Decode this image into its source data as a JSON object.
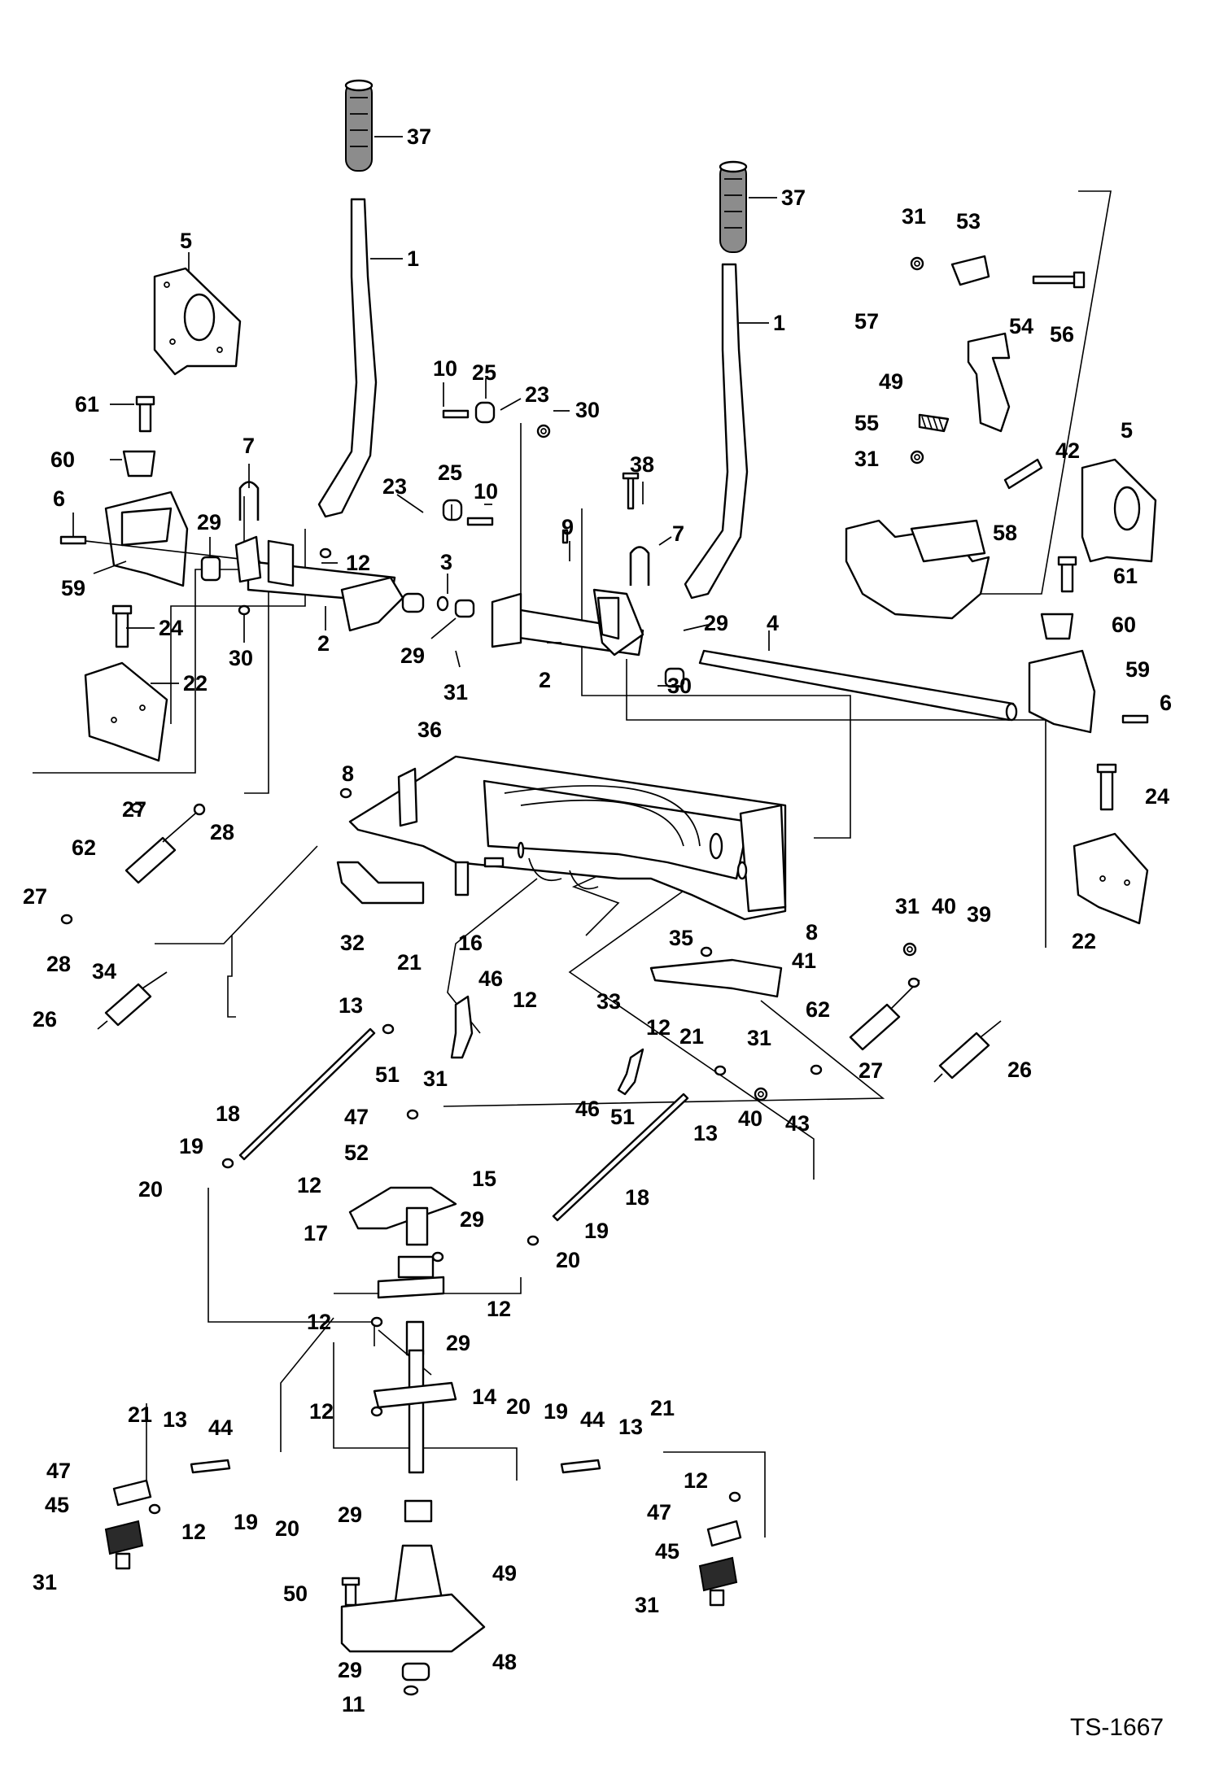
{
  "diagram": {
    "reference_code": "TS-1667",
    "callouts": [
      {
        "id": "c1",
        "label": "37"
      },
      {
        "id": "c2",
        "label": "1"
      },
      {
        "id": "c3",
        "label": "5"
      },
      {
        "id": "c4",
        "label": "61"
      },
      {
        "id": "c5",
        "label": "60"
      },
      {
        "id": "c6",
        "label": "6"
      },
      {
        "id": "c7",
        "label": "7"
      },
      {
        "id": "c8",
        "label": "29"
      },
      {
        "id": "c9",
        "label": "59"
      },
      {
        "id": "c10",
        "label": "12"
      },
      {
        "id": "c11",
        "label": "30"
      },
      {
        "id": "c12",
        "label": "24"
      },
      {
        "id": "c13",
        "label": "22"
      },
      {
        "id": "c14",
        "label": "2"
      },
      {
        "id": "c15",
        "label": "10"
      },
      {
        "id": "c16",
        "label": "25"
      },
      {
        "id": "c17",
        "label": "23"
      },
      {
        "id": "c18",
        "label": "30"
      },
      {
        "id": "c19",
        "label": "23"
      },
      {
        "id": "c20",
        "label": "25"
      },
      {
        "id": "c21",
        "label": "10"
      },
      {
        "id": "c22",
        "label": "3"
      },
      {
        "id": "c23",
        "label": "29"
      },
      {
        "id": "c24",
        "label": "31"
      },
      {
        "id": "c25",
        "label": "2"
      },
      {
        "id": "c26",
        "label": "9"
      },
      {
        "id": "c27",
        "label": "38"
      },
      {
        "id": "c28",
        "label": "7"
      },
      {
        "id": "c29",
        "label": "37"
      },
      {
        "id": "c30",
        "label": "1"
      },
      {
        "id": "c31",
        "label": "29"
      },
      {
        "id": "c32",
        "label": "4"
      },
      {
        "id": "c33",
        "label": "30"
      },
      {
        "id": "c34",
        "label": "31"
      },
      {
        "id": "c35",
        "label": "53"
      },
      {
        "id": "c36",
        "label": "57"
      },
      {
        "id": "c37",
        "label": "56"
      },
      {
        "id": "c38",
        "label": "54"
      },
      {
        "id": "c39",
        "label": "49"
      },
      {
        "id": "c40",
        "label": "55"
      },
      {
        "id": "c41",
        "label": "31"
      },
      {
        "id": "c42",
        "label": "42"
      },
      {
        "id": "c43",
        "label": "58"
      },
      {
        "id": "c44",
        "label": "5"
      },
      {
        "id": "c45",
        "label": "61"
      },
      {
        "id": "c46",
        "label": "60"
      },
      {
        "id": "c47",
        "label": "59"
      },
      {
        "id": "c48",
        "label": "6"
      },
      {
        "id": "c49",
        "label": "24"
      },
      {
        "id": "c50",
        "label": "22"
      },
      {
        "id": "c51",
        "label": "36"
      },
      {
        "id": "c52",
        "label": "8"
      },
      {
        "id": "c53",
        "label": "27"
      },
      {
        "id": "c54",
        "label": "28"
      },
      {
        "id": "c55",
        "label": "62"
      },
      {
        "id": "c56",
        "label": "27"
      },
      {
        "id": "c57",
        "label": "28"
      },
      {
        "id": "c58",
        "label": "34"
      },
      {
        "id": "c59",
        "label": "32"
      },
      {
        "id": "c60",
        "label": "16"
      },
      {
        "id": "c61",
        "label": "8"
      },
      {
        "id": "c62",
        "label": "35"
      },
      {
        "id": "c63",
        "label": "41"
      },
      {
        "id": "c64",
        "label": "33"
      },
      {
        "id": "c65",
        "label": "31"
      },
      {
        "id": "c66",
        "label": "40"
      },
      {
        "id": "c67",
        "label": "39"
      },
      {
        "id": "c68",
        "label": "62"
      },
      {
        "id": "c69",
        "label": "27"
      },
      {
        "id": "c70",
        "label": "26"
      },
      {
        "id": "c71",
        "label": "40"
      },
      {
        "id": "c72",
        "label": "43"
      },
      {
        "id": "c73",
        "label": "31"
      },
      {
        "id": "c74",
        "label": "26"
      },
      {
        "id": "c75",
        "label": "21"
      },
      {
        "id": "c76",
        "label": "13"
      },
      {
        "id": "c77",
        "label": "46"
      },
      {
        "id": "c78",
        "label": "12"
      },
      {
        "id": "c79",
        "label": "51"
      },
      {
        "id": "c80",
        "label": "31"
      },
      {
        "id": "c81",
        "label": "12"
      },
      {
        "id": "c82",
        "label": "21"
      },
      {
        "id": "c83",
        "label": "46"
      },
      {
        "id": "c84",
        "label": "51"
      },
      {
        "id": "c85",
        "label": "13"
      },
      {
        "id": "c86",
        "label": "18"
      },
      {
        "id": "c87",
        "label": "19"
      },
      {
        "id": "c88",
        "label": "20"
      },
      {
        "id": "c89",
        "label": "47"
      },
      {
        "id": "c90",
        "label": "52"
      },
      {
        "id": "c91",
        "label": "15"
      },
      {
        "id": "c92",
        "label": "12"
      },
      {
        "id": "c93",
        "label": "29"
      },
      {
        "id": "c94",
        "label": "17"
      },
      {
        "id": "c95",
        "label": "18"
      },
      {
        "id": "c96",
        "label": "19"
      },
      {
        "id": "c97",
        "label": "20"
      },
      {
        "id": "c98",
        "label": "12"
      },
      {
        "id": "c99",
        "label": "12"
      },
      {
        "id": "c100",
        "label": "29"
      },
      {
        "id": "c101",
        "label": "14"
      },
      {
        "id": "c102",
        "label": "12"
      },
      {
        "id": "c103",
        "label": "21"
      },
      {
        "id": "c104",
        "label": "13"
      },
      {
        "id": "c105",
        "label": "44"
      },
      {
        "id": "c106",
        "label": "47"
      },
      {
        "id": "c107",
        "label": "45"
      },
      {
        "id": "c108",
        "label": "12"
      },
      {
        "id": "c109",
        "label": "19"
      },
      {
        "id": "c110",
        "label": "20"
      },
      {
        "id": "c111",
        "label": "31"
      },
      {
        "id": "c112",
        "label": "20"
      },
      {
        "id": "c113",
        "label": "19"
      },
      {
        "id": "c114",
        "label": "44"
      },
      {
        "id": "c115",
        "label": "13"
      },
      {
        "id": "c116",
        "label": "21"
      },
      {
        "id": "c117",
        "label": "12"
      },
      {
        "id": "c118",
        "label": "47"
      },
      {
        "id": "c119",
        "label": "45"
      },
      {
        "id": "c120",
        "label": "31"
      },
      {
        "id": "c121",
        "label": "29"
      },
      {
        "id": "c122",
        "label": "49"
      },
      {
        "id": "c123",
        "label": "50"
      },
      {
        "id": "c124",
        "label": "48"
      },
      {
        "id": "c125",
        "label": "29"
      },
      {
        "id": "c126",
        "label": "11"
      }
    ]
  }
}
